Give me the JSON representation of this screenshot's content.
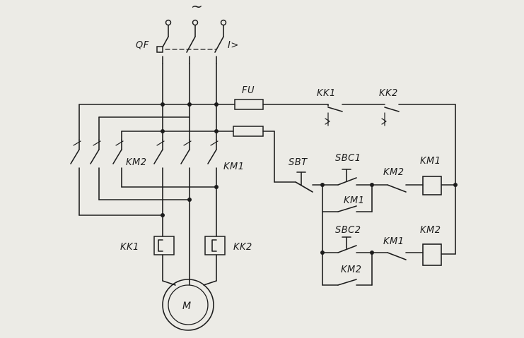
{
  "labels": {
    "tilde": "~",
    "qf": "QF",
    "overcurrent": "I>",
    "fu": "FU",
    "kk1_contact": "KK1",
    "kk2_contact": "KK2",
    "km2_power": "KM2",
    "km1_power": "KM1",
    "sbt": "SBT",
    "sbc1": "SBC1",
    "km2_interlock": "KM2",
    "km1_coil": "KM1",
    "km1_holding": "KM1",
    "sbc2": "SBC2",
    "km1_interlock": "KM1",
    "km2_coil": "KM2",
    "km2_holding": "KM2",
    "kk1_relay": "KK1",
    "kk2_relay": "KK2",
    "motor": "M"
  }
}
